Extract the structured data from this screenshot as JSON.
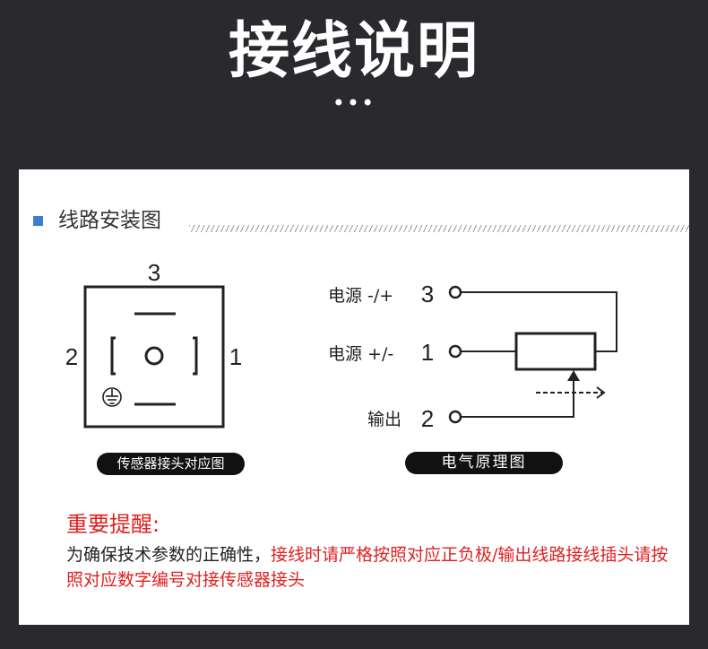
{
  "header": {
    "title": "接线说明",
    "dots": "•••"
  },
  "section": {
    "title": "线路安装图"
  },
  "connector": {
    "pin_top": "3",
    "pin_left": "2",
    "pin_right": "1",
    "ground_icon": "ground-icon",
    "caption": "传感器接头对应图"
  },
  "schematic": {
    "rows": [
      {
        "label": "电源 -/+",
        "num": "3"
      },
      {
        "label": "电源 +/-",
        "num": "1"
      },
      {
        "label": "输出",
        "num": "2"
      }
    ],
    "caption": "电气原理图"
  },
  "notice": {
    "title": "重要提醒:",
    "body_black": "为确保技术参数的正确性，",
    "body_red": "接线时请严格按照对应正负极/输出线路接线插头请按照对应数字编号对接传感器接头"
  },
  "colors": {
    "background": "#2a2a2e",
    "card": "#ffffff",
    "accent": "#3a7fd4",
    "warning": "#e02020",
    "pill": "#111111"
  }
}
